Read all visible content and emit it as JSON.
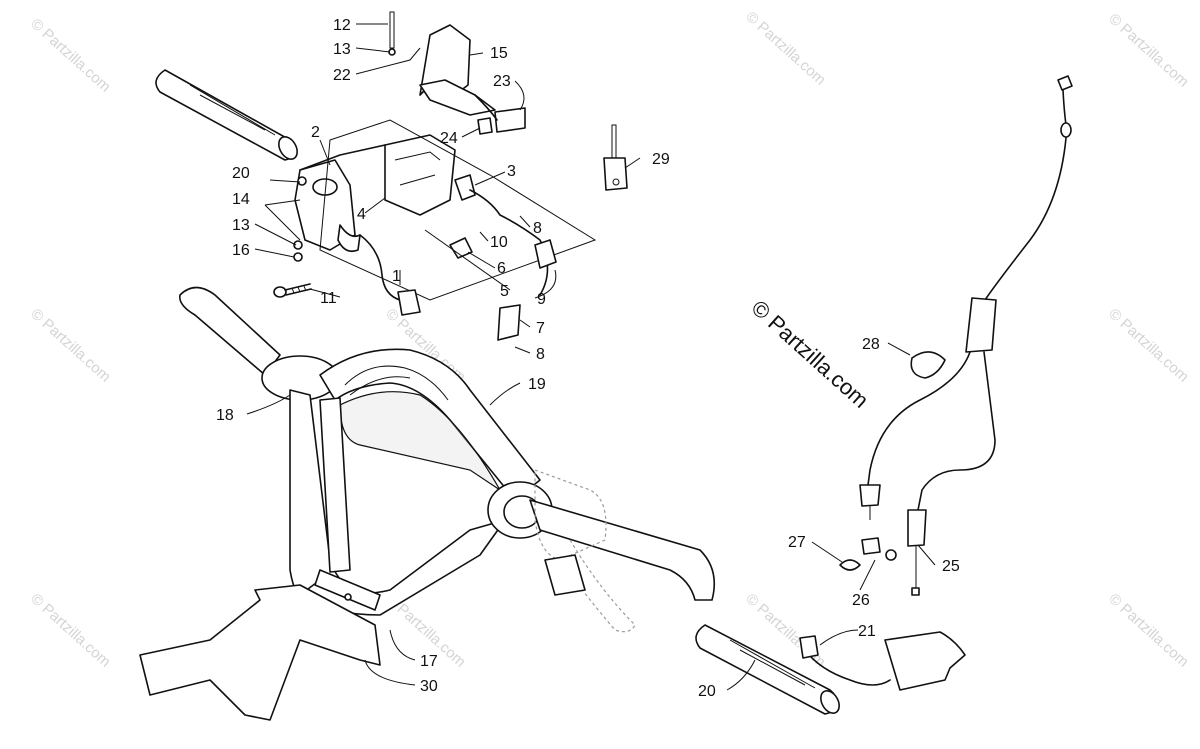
{
  "watermark": {
    "small_text": "© Partzilla.com",
    "main_text": "© Partzilla.com"
  },
  "callouts": {
    "c1": "1",
    "c2": "2",
    "c3": "3",
    "c4": "4",
    "c5": "5",
    "c6": "6",
    "c7": "7",
    "c8a": "8",
    "c8b": "8",
    "c9": "9",
    "c10": "10",
    "c11": "11",
    "c12": "12",
    "c13a": "13",
    "c13b": "13",
    "c14": "14",
    "c15": "15",
    "c16": "16",
    "c17": "17",
    "c18": "18",
    "c19": "19",
    "c20a": "20",
    "c20b": "20",
    "c21": "21",
    "c22": "22",
    "c23": "23",
    "c24": "24",
    "c25": "25",
    "c26": "26",
    "c27": "27",
    "c28": "28",
    "c29": "29",
    "c30": "30"
  }
}
